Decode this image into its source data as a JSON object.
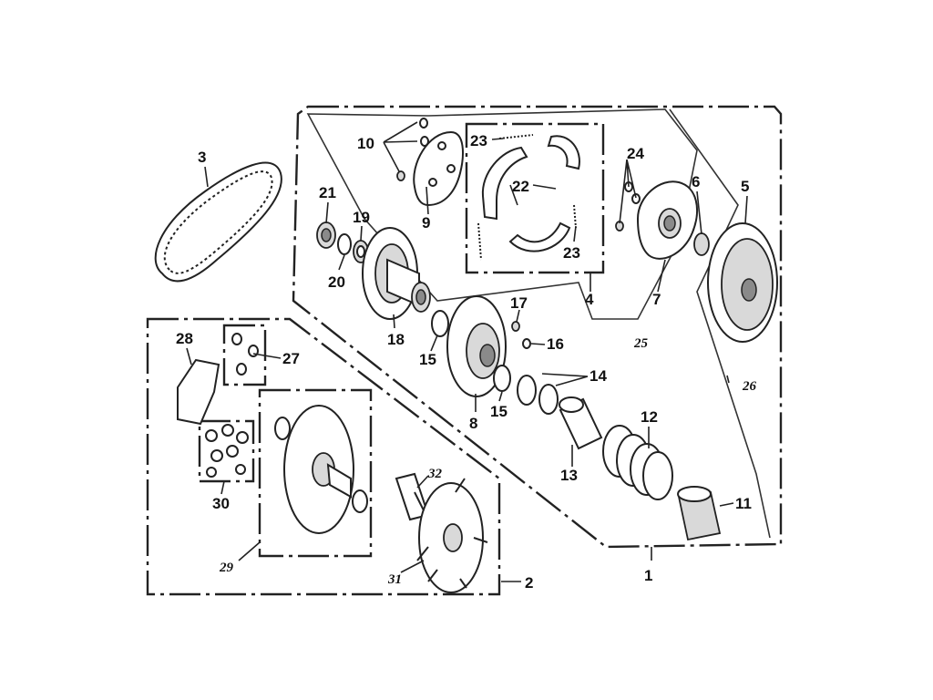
{
  "callouts": {
    "c1": "1",
    "c2": "2",
    "c3": "3",
    "c4": "4",
    "c5": "5",
    "c6": "6",
    "c7": "7",
    "c8": "8",
    "c9": "9",
    "c10": "10",
    "c11": "11",
    "c12": "12",
    "c13": "13",
    "c14": "14",
    "c15a": "15",
    "c15b": "15",
    "c16": "16",
    "c17": "17",
    "c18": "18",
    "c19": "19",
    "c20": "20",
    "c21": "21",
    "c22": "22",
    "c23a": "23",
    "c23b": "23",
    "c24": "24",
    "c25": "25",
    "c26": "26",
    "c27": "27",
    "c28": "28",
    "c29": "29",
    "c30": "30",
    "c31": "31",
    "c32": "32"
  },
  "colors": {
    "line": "#222222",
    "shade": "#d9d9d9",
    "dark": "#8a8a8a",
    "background": "#ffffff"
  }
}
